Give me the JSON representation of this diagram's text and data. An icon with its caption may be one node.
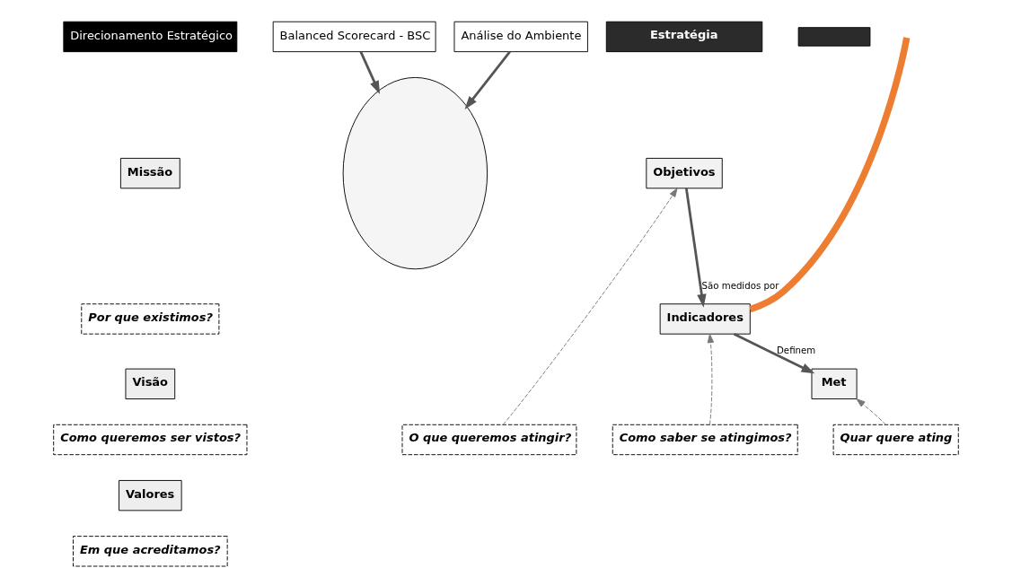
{
  "diagram": {
    "nodes": [
      {
        "text": [
          "Balanced Scorecard - BSC"
        ]
      },
      {
        "text": [],
        "shape": "circle"
      },
      {
        "text": [
          "Direcionamento Estratégico"
        ]
      },
      {
        "text": [
          "Missão"
        ]
      },
      {
        "text": [
          "Por que existimos?"
        ]
      },
      {
        "text": [
          "Visão"
        ]
      },
      {
        "text": [
          "Como queremos ser vistos?"
        ]
      },
      {
        "text": [
          "Valores"
        ]
      },
      {
        "text": [
          "Em que acreditamos?"
        ]
      },
      {
        "text": [
          "Análise do Ambiente"
        ]
      },
      {
        "text": [
          "Estratégia"
        ]
      },
      {
        "text": [],
        "shape": "bar"
      },
      {
        "text": [
          "Objetivos"
        ]
      },
      {
        "text": [
          "Indicadores"
        ]
      },
      {
        "text": [
          "Met"
        ]
      },
      {
        "text": [
          "O que queremos atingir?"
        ]
      },
      {
        "text": [
          "Como saber se atingimos?"
        ]
      },
      {
        "text": [
          "Quar quere ating"
        ]
      }
    ],
    "edges": [
      {
        "from": 0,
        "to": 1,
        "arrow": "to"
      },
      {
        "from": 9,
        "to": 1,
        "arrow": "to"
      },
      {
        "from": 12,
        "to": 13,
        "arrow": "to",
        "label": "São medidos por"
      },
      {
        "from": 13,
        "to": 14,
        "arrow": "to",
        "label": "Definem"
      },
      {
        "from": 15,
        "to": 12,
        "arrow": "to",
        "style": "dashed"
      },
      {
        "from": 16,
        "to": 13,
        "arrow": "to",
        "style": "dashed"
      },
      {
        "from": 17,
        "to": 14,
        "arrow": "to",
        "style": "dashed"
      },
      {
        "from": 13,
        "to": null,
        "arrow": "none",
        "style": "thick",
        "color": "#ed7d31"
      }
    ]
  }
}
